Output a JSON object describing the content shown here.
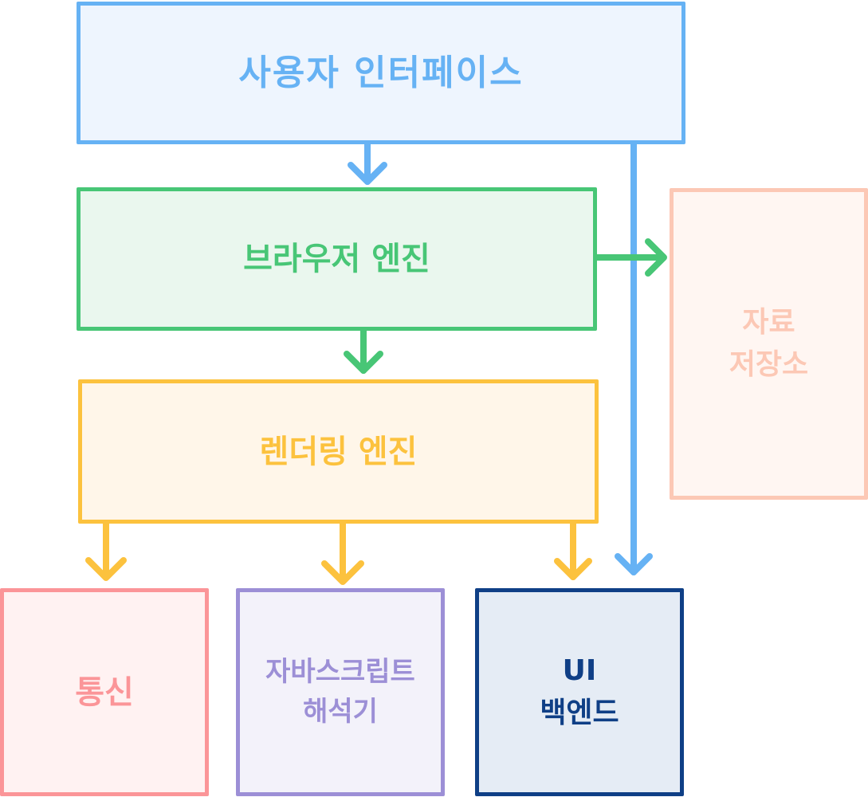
{
  "diagram": {
    "nodes": {
      "user_interface": {
        "label": "사용자 인터페이스",
        "color": "#66b2f4"
      },
      "browser_engine": {
        "label": "브라우저 엔진",
        "color": "#48c676"
      },
      "rendering_engine": {
        "label": "렌더링 엔진",
        "color": "#fcc23e"
      },
      "data_storage": {
        "label": "자료\n저장소",
        "color": "#fcc8b5"
      },
      "networking": {
        "label": "통신",
        "color": "#fb9598"
      },
      "js_interpreter": {
        "label": "자바스크립트\n해석기",
        "color": "#9c8fd6"
      },
      "ui_backend": {
        "label": "UI\n백엔드",
        "color": "#0f3f86"
      }
    },
    "edges": [
      {
        "from": "user_interface",
        "to": "browser_engine"
      },
      {
        "from": "user_interface",
        "to": "ui_backend"
      },
      {
        "from": "browser_engine",
        "to": "rendering_engine"
      },
      {
        "from": "browser_engine",
        "to": "data_storage"
      },
      {
        "from": "rendering_engine",
        "to": "networking"
      },
      {
        "from": "rendering_engine",
        "to": "js_interpreter"
      },
      {
        "from": "rendering_engine",
        "to": "ui_backend"
      }
    ]
  }
}
